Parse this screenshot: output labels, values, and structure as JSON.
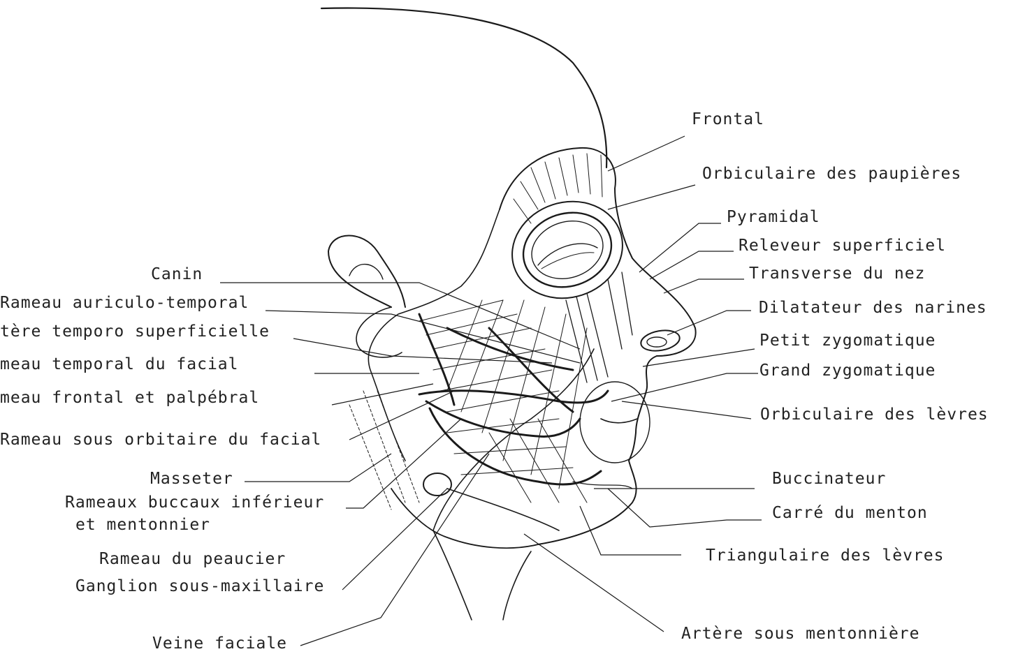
{
  "labels_right": {
    "frontal": "Frontal",
    "orbiculaire_paupieres": "Orbiculaire des paupières",
    "pyramidal": "Pyramidal",
    "releveur_superficiel": "Releveur superficiel",
    "transverse_nez": "Transverse du nez",
    "dilatateur_narines": "Dilatateur des narines",
    "petit_zygomatique": "Petit zygomatique",
    "grand_zygomatique": "Grand zygomatique",
    "orbiculaire_levres": "Orbiculaire des lèvres",
    "buccinateur": "Buccinateur",
    "carre_menton": "Carré du menton",
    "triangulaire_levres": "Triangulaire des lèvres",
    "artere_sous_mentonniere": "Artère sous mentonnière"
  },
  "labels_left": {
    "canin": "Canin",
    "rameau_auriculo_temporal": "Rameau auriculo-temporal",
    "artere_temporo_superficielle": "tère temporo superficielle",
    "rameau_temporal_facial": "meau temporal du facial",
    "rameau_frontal_palpebral": "meau frontal et palpébral",
    "rameau_sous_orbitaire": "Rameau sous orbitaire du facial",
    "masseter": "Masseter",
    "rameaux_buccaux_1": "Rameaux buccaux inférieur",
    "rameaux_buccaux_2": "et mentonnier",
    "rameau_peaucier": "Rameau du peaucier",
    "ganglion": "Ganglion sous-maxillaire",
    "veine_faciale": "Veine faciale"
  },
  "colors": {
    "ink": "#1a1a1a",
    "paper": "#ffffff"
  }
}
